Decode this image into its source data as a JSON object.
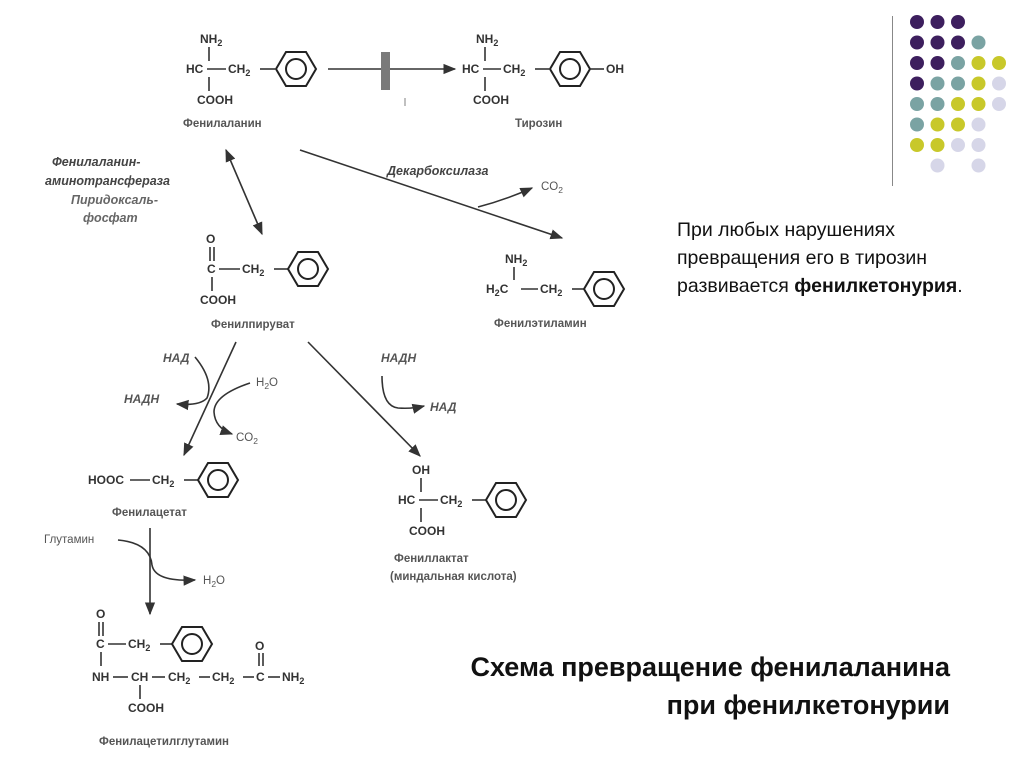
{
  "palette": {
    "purple": "#3d1f5e",
    "teal": "#7aa3a3",
    "olive": "#c8c82a",
    "lavender": "#d6d6e8",
    "text": "#111111",
    "chem_gray": "#333333",
    "block_bar": "#7a7a7a"
  },
  "decor_dots": {
    "colors_by_row": [
      [
        "purple",
        "purple",
        "purple",
        null,
        null
      ],
      [
        "purple",
        "purple",
        "purple",
        "teal",
        null
      ],
      [
        "purple",
        "purple",
        "teal",
        "olive",
        "olive"
      ],
      [
        "purple",
        "teal",
        "teal",
        "olive",
        "lavender"
      ],
      [
        "teal",
        "teal",
        "olive",
        "olive",
        "lavender"
      ],
      [
        "teal",
        "olive",
        "olive",
        "lavender",
        null
      ],
      [
        "olive",
        "olive",
        "lavender",
        "lavender",
        null
      ],
      [
        null,
        "lavender",
        null,
        "lavender",
        null
      ]
    ]
  },
  "compounds": {
    "phenylalanine": "Фенилаланин",
    "tyrosine": "Тирозин",
    "phenylpyruvate": "Фенилпируват",
    "phenylethylamine": "Фенилэтиламин",
    "phenylacetate": "Фенилацетат",
    "phenyllactate": "Фениллактат",
    "phenyllactate_note": "(миндальная кислота)",
    "phenylacetylglutamine": "Фенилацетилглутамин"
  },
  "enzymes": {
    "transaminase_line1": "Фенилаланин-",
    "transaminase_line2": "аминотрансфераза",
    "cofactor_line1": "Пиридоксаль-",
    "cofactor_line2": "фосфат",
    "decarboxylase": "Декарбоксилаза"
  },
  "side_species": {
    "co2": "CO",
    "co2_sub": "2",
    "h2o_h": "H",
    "h2o_sub": "2",
    "h2o_o": "O",
    "nad": "НАД",
    "nadh": "НАДН",
    "glutamine": "Глутамин"
  },
  "groups": {
    "nh2": "NH",
    "nh2_sub": "2",
    "hc": "HC",
    "ch2": "CH",
    "ch2_sub": "2",
    "h2c_h": "H",
    "h2c_c": "C",
    "cooh": "COOH",
    "hooc": "HOOC",
    "oh": "OH",
    "o": "O",
    "c": "C",
    "nh": "NH",
    "ch": "CH"
  },
  "note": {
    "text": "При любых нарушениях превращения его в тирозин развивается ",
    "bold": "фенилкетонурия",
    "end": "."
  },
  "caption": {
    "line1": "Схема превращение фенилаланина",
    "line2": "при фенилкетонурии"
  }
}
